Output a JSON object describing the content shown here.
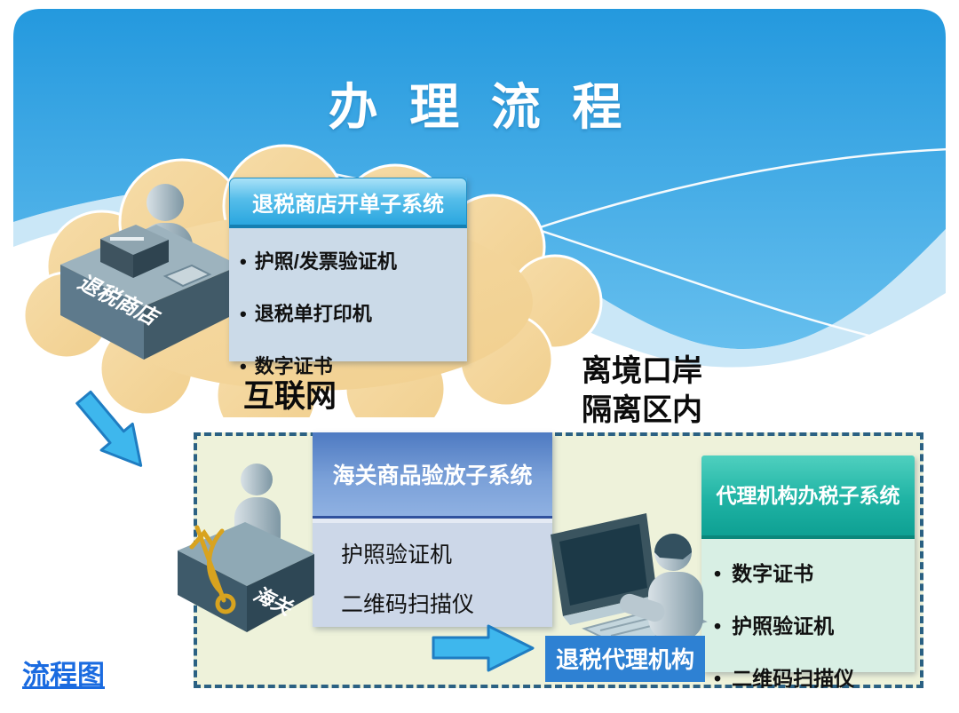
{
  "slide": {
    "title": "办 理 流 程",
    "footer_link": "流程图"
  },
  "internet_cloud": {
    "label": "互联网"
  },
  "shop": {
    "desk_label": "退税商店",
    "system_box": {
      "header": "退税商店开单子系统",
      "items": [
        "护照/发票验证机",
        "退税单打印机",
        "数字证书"
      ]
    }
  },
  "port_zone": {
    "line1": "离境口岸",
    "line2": "隔离区内"
  },
  "customs": {
    "desk_label": "海关",
    "system_box": {
      "header": "海关商品验放子系统",
      "items": [
        "护照验证机",
        "二维码扫描仪"
      ]
    }
  },
  "agency": {
    "label": "退税代理机构",
    "system_box": {
      "header": "代理机构办税子系统",
      "items": [
        "数字证书",
        "护照验证机",
        "二维码扫描仪"
      ]
    }
  },
  "colors": {
    "banner_blue_top": "#2499DE",
    "banner_blue_bottom": "#66BFEE",
    "cloud_tan": "#F4D69C",
    "box1_header_blue": "#2AA6DF",
    "box_body_bluegray": "#CBDAE8",
    "box2_header_blue": "#5E88CB",
    "box3_header_teal": "#16AC9E",
    "box3_body_mint": "#D8EFE4",
    "zone_fill_green": "#EEF2DA",
    "zone_border_blue": "#2B6183",
    "arrow_blue": "#3EB7ED",
    "agency_label_blue": "#2E81D3",
    "link_blue": "#1A6BE0"
  }
}
